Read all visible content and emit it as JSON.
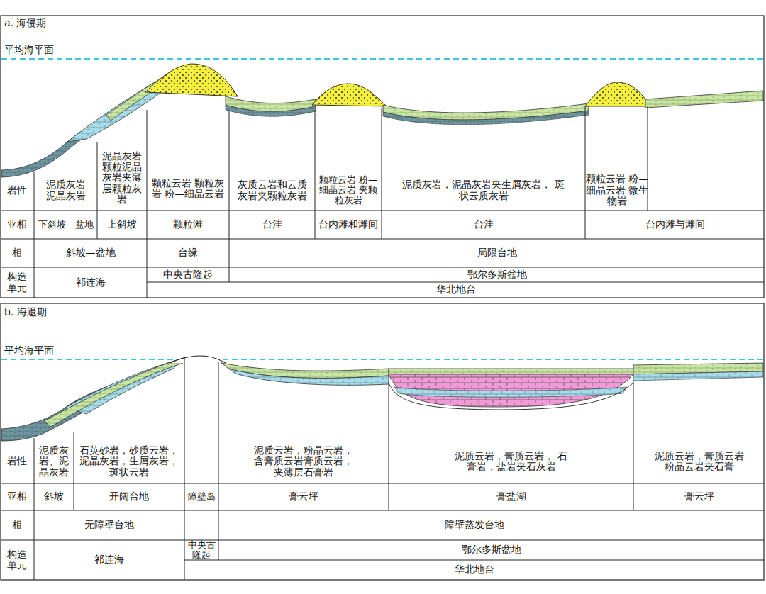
{
  "diagram": {
    "labels": [
      "a. 海侵期",
      "平均海平面",
      "岩性",
      "泥质灰岩 泥晶灰岩",
      "泥晶灰岩 颗粒泥晶 灰岩夹薄 层颗粒灰 岩",
      "颗粒云岩 颗粒灰岩 粉—细晶云岩",
      "灰质云岩和云质 灰岩夹颗粒灰岩",
      "颗粒云岩 粉—细晶云岩 夹颗粒灰岩",
      "泥质灰岩，泥晶灰岩夹生屑灰岩， 斑状云质灰岩",
      "颗粒云岩 粉—细晶云岩 微生物岩",
      "亚相",
      "下斜坡—盆地",
      "上斜坡",
      "颗粒滩",
      "台洼",
      "台内滩和滩间",
      "台洼",
      "台内滩与滩间",
      "相",
      "斜坡—盆地",
      "台缘",
      "局限台地",
      "构造 单元",
      "祁连海",
      "中央古隆起",
      "鄂尔多斯盆地",
      "华北地台",
      "b. 海退期",
      "平均海平面",
      "岩性",
      "泥质灰 岩、泥 晶灰岩",
      "石英砂岩，砂质云岩， 泥晶灰岩，生屑灰岩， 斑状云岩",
      "泥质云岩，粉晶云岩， 含膏质云岩膏质云岩， 夹薄层石膏岩",
      "泥质云岩，膏质云岩， 石膏岩，盐岩夹石灰岩",
      "泥质云岩，膏质云岩 粉晶云岩夹石膏",
      "亚相",
      "斜坡",
      "开阔台地",
      "障壁岛",
      "膏云坪",
      "膏盐湖",
      "膏云坪",
      "相",
      "无障壁台地",
      "障壁蒸发台地",
      "构造 单元",
      "祁连海",
      "中央古 隆起",
      "鄂尔多斯盆地",
      "华北地台"
    ]
  }
}
